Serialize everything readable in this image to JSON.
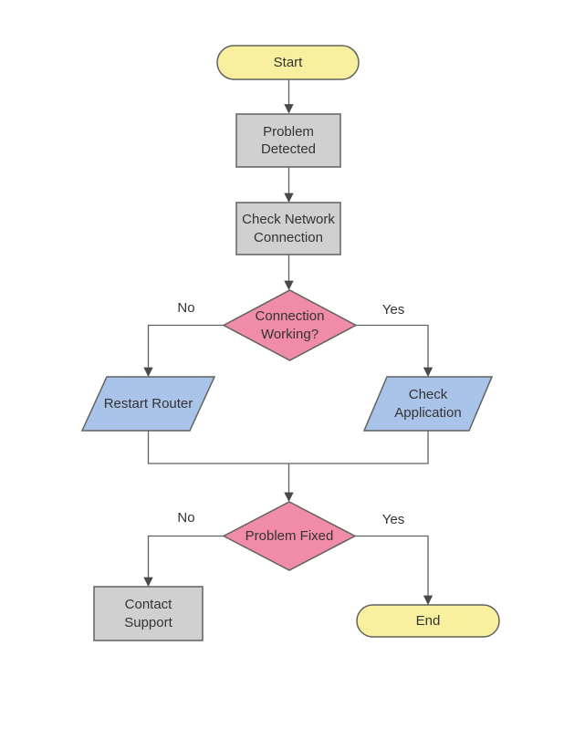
{
  "diagram": {
    "type": "flowchart",
    "background": "#ffffff",
    "colors": {
      "terminator_fill": "#F8F09E",
      "process_fill": "#D0D0D0",
      "decision_fill": "#F08CA8",
      "input_output_fill": "#A9C4E8",
      "border": "#616161",
      "connector": "#616161",
      "text": "#333333"
    },
    "nodes": [
      {
        "id": "start",
        "shape": "terminator",
        "label": "Start",
        "fill": "#F8F09E"
      },
      {
        "id": "problem-detected",
        "shape": "process",
        "label": "Problem Detected",
        "fill": "#D0D0D0"
      },
      {
        "id": "check-network-connection",
        "shape": "process",
        "label": "Check Network Connection",
        "fill": "#D0D0D0"
      },
      {
        "id": "connection-working",
        "shape": "decision",
        "label": "Connection Working?",
        "fill": "#F08CA8"
      },
      {
        "id": "restart-router",
        "shape": "input-output",
        "label": "Restart Router",
        "fill": "#A9C4E8"
      },
      {
        "id": "check-application",
        "shape": "input-output",
        "label": "Check Application",
        "fill": "#A9C4E8"
      },
      {
        "id": "problem-fixed",
        "shape": "decision",
        "label": "Problem Fixed",
        "fill": "#F08CA8"
      },
      {
        "id": "contact-support",
        "shape": "process",
        "label": "Contact Support",
        "fill": "#D0D0D0"
      },
      {
        "id": "end",
        "shape": "terminator",
        "label": "End",
        "fill": "#F8F09E"
      }
    ],
    "edge_labels": [
      {
        "edge": "connection-working-no",
        "text": "No"
      },
      {
        "edge": "connection-working-yes",
        "text": "Yes"
      },
      {
        "edge": "problem-fixed-no",
        "text": "No"
      },
      {
        "edge": "problem-fixed-yes",
        "text": "Yes"
      }
    ]
  }
}
